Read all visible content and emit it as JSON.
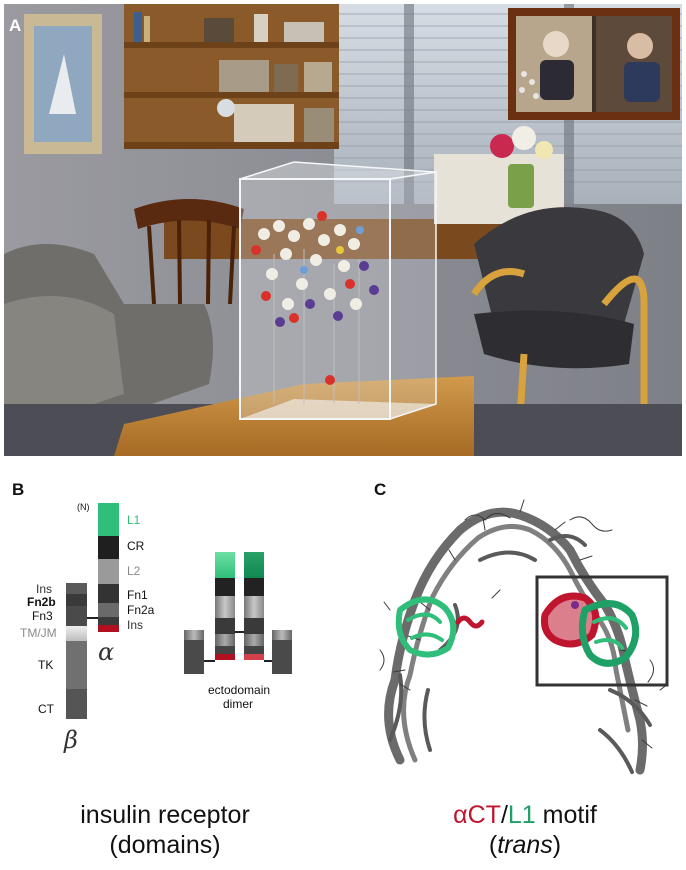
{
  "panels": {
    "a": {
      "letter": "A"
    },
    "b": {
      "letter": "B",
      "n_terminus": "(N)",
      "alpha_labels": [
        "L1",
        "CR",
        "L2",
        "Fn1",
        "Fn2a",
        "Ins"
      ],
      "beta_labels": [
        "Ins",
        "Fn2b",
        "Fn3",
        "TM/JM",
        "TK",
        "CT"
      ],
      "alpha_symbol": "α",
      "beta_symbol": "β",
      "dimer_label_line1": "ectodomain",
      "dimer_label_line2": "dimer",
      "caption_line1": "insulin receptor",
      "caption_line2": "(domains)"
    },
    "c": {
      "letter": "C",
      "caption_part1": "αCT",
      "caption_sep": "/",
      "caption_part2": "L1",
      "caption_part3": " motif",
      "caption_line2": "trans"
    }
  },
  "colors": {
    "l1_green": "#2fbf7a",
    "l1_dark_green": "#0f8a52",
    "act_red": "#c0152f",
    "ins_red": "#b01020",
    "ribbon_gray": "#6b6b6b",
    "text_dark": "#111111",
    "text_gray": "#8a8a8a"
  }
}
